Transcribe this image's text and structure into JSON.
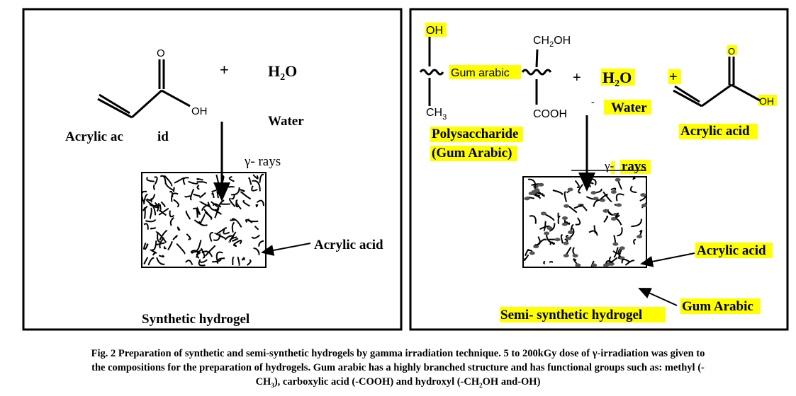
{
  "left_panel": {
    "o_label": "O",
    "oh_label": "OH",
    "plus": "+",
    "h2o": {
      "h": "H",
      "sub": "2",
      "o": "O"
    },
    "water": "Water",
    "acrylic_part1": "Acrylic ac",
    "acrylic_part2": "id",
    "gamma_rays": "γ- rays",
    "acrylic_acid_label": "Acrylic acid",
    "title": "Synthetic hydrogel"
  },
  "right_panel": {
    "oh_top": "OH",
    "gum_arabic_chain": "Gum arabic",
    "ch2oh": {
      "ch": "CH",
      "sub": "2",
      "oh": "OH"
    },
    "ch3": {
      "ch": "CH",
      "sub": "3"
    },
    "cooh": "COOH",
    "plus1": "+",
    "h2o": {
      "h": "H",
      "sub": "2",
      "o": "O"
    },
    "dash": "-",
    "water": "Water",
    "plus2": "+",
    "o_label": "O",
    "oh_label": "OH",
    "acrylic_acid": "Acrylic acid",
    "polysaccharide": "Polysaccharide",
    "gum_arabic_paren": "(Gum Arabic)",
    "gamma": "γ-",
    "rays": "rays",
    "acrylic_acid_label": "Acrylic acid",
    "gum_arabic_label": "Gum Arabic",
    "title": "Semi- synthetic hydrogel"
  },
  "caption": {
    "line1": "Fig. 2  Preparation of synthetic and semi-synthetic hydrogels by gamma irradiation technique. 5 to 200kGy dose of γ-irradiation was given to",
    "line2": "the compositions for the preparation of hydrogels. Gum arabic has a highly branched structure and has functional groups such as: methyl (-",
    "line3_a": "CH",
    "line3_sub": "3",
    "line3_b": "), carboxylic acid  (-COOH) and hydroxyl (-CH",
    "line3_sub2": "2",
    "line3_c": "OH and-OH)"
  },
  "colors": {
    "highlight": "#ffff00",
    "ink": "#000000"
  }
}
